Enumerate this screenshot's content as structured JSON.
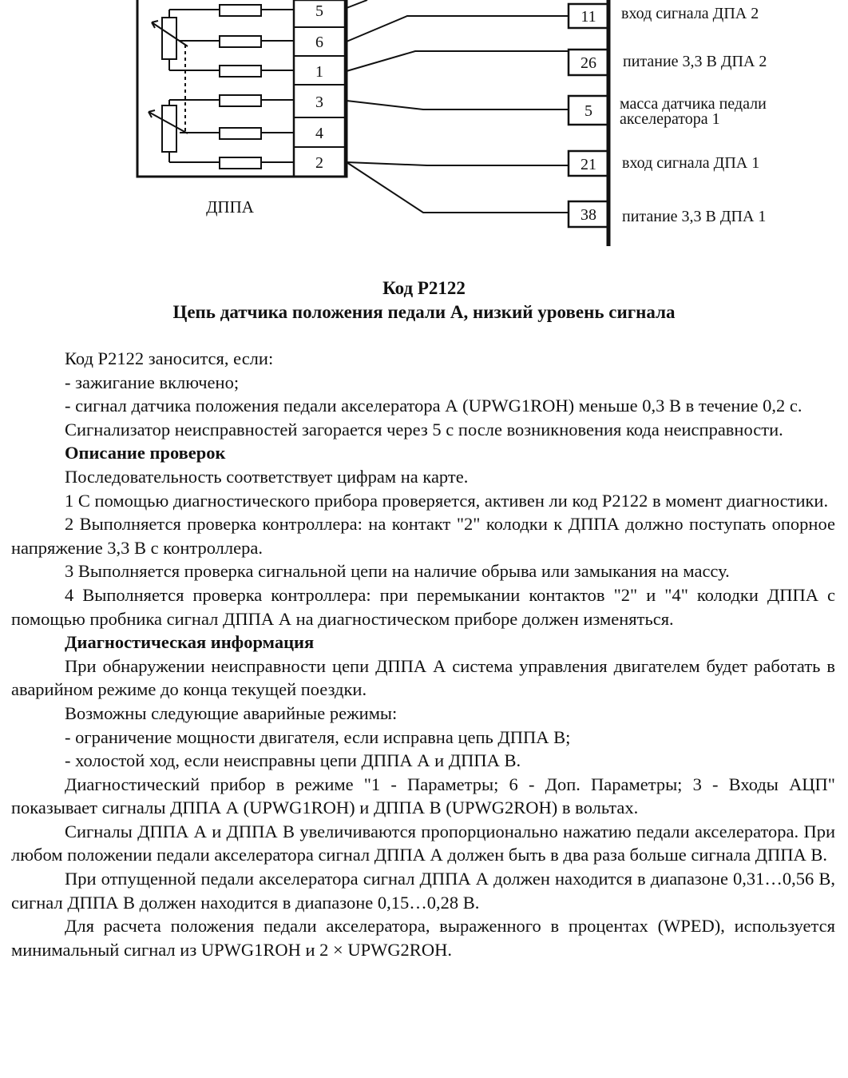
{
  "diagram": {
    "sensor_label": "ДППА",
    "sensor_pins": [
      "5",
      "6",
      "1",
      "3",
      "4",
      "2"
    ],
    "ecu_pins": [
      {
        "pin": "11",
        "desc": [
          "вход сигнала ДПА 2"
        ]
      },
      {
        "pin": "26",
        "desc": [
          "питание 3,3 В ДПА 2"
        ]
      },
      {
        "pin": "5",
        "desc": [
          "масса датчика педали",
          "акселератора 1"
        ]
      },
      {
        "pin": "21",
        "desc": [
          "вход сигнала ДПА 1"
        ]
      },
      {
        "pin": "38",
        "desc": [
          "питание 3,3 В ДПА 1"
        ]
      }
    ]
  },
  "heading": {
    "code": "Код Р2122",
    "title": "Цепь датчика положения педали А, низкий уровень сигнала"
  },
  "paragraphs": [
    {
      "type": "text",
      "text": "Код Р2122 заносится, если:"
    },
    {
      "type": "text",
      "text": "- зажигание включено;"
    },
    {
      "type": "wrap",
      "text": "- сигнал датчика положения педали акселератора А (UPWG1ROH) меньше 0,3 В в течение 0,2 с."
    },
    {
      "type": "wrap",
      "text": "Сигнализатор неисправностей загорается через 5 с после возникновения кода неисправности."
    },
    {
      "type": "sub",
      "text": "Описание проверок"
    },
    {
      "type": "text",
      "text": "Последовательность соответствует цифрам на карте."
    },
    {
      "type": "wrap",
      "text": "1 С помощью диагностического прибора проверяется, активен ли код Р2122 в момент диагностики."
    },
    {
      "type": "wrap",
      "text": "2 Выполняется проверка контроллера: на контакт \"2\" колодки к ДППА должно поступать опорное напряжение 3,3 В с контроллера."
    },
    {
      "type": "text",
      "text": "3 Выполняется проверка сигнальной цепи на наличие обрыва или замыкания на массу."
    },
    {
      "type": "wrap",
      "text": "4 Выполняется проверка контроллера: при перемыкании контактов \"2\" и \"4\" колодки ДППА с помощью пробника сигнал ДППА А на диагностическом приборе должен изменяться."
    },
    {
      "type": "sub",
      "text": "Диагностическая информация"
    },
    {
      "type": "wrap",
      "text": "При обнаружении неисправности цепи ДППА А система управления двигателем будет работать в аварийном режиме до конца текущей поездки."
    },
    {
      "type": "text",
      "text": "Возможны следующие аварийные режимы:"
    },
    {
      "type": "text",
      "text": "- ограничение мощности двигателя, если исправна цепь ДППА В;"
    },
    {
      "type": "text",
      "text": "- холостой ход, если неисправны цепи ДППА А и ДППА В."
    },
    {
      "type": "wrap",
      "text": "Диагностический прибор в режиме \"1 - Параметры; 6 - Доп. Параметры; 3 - Входы АЦП\" показывает сигналы ДППА А (UPWG1ROH) и ДППА В (UPWG2ROH) в вольтах."
    },
    {
      "type": "wrap",
      "text": "Сигналы ДППА А и ДППА В увеличиваются пропорционально нажатию педали акселератора. При любом положении педали акселератора сигнал ДППА А должен быть в два раза больше сигнала ДППА В."
    },
    {
      "type": "wrap",
      "text": "При отпущенной педали акселератора сигнал ДППА А должен находится в диапазоне 0,31…0,56 В, сигнал ДППА В должен находится в диапазоне 0,15…0,28 В."
    },
    {
      "type": "wrap",
      "text": "Для расчета положения педали акселератора, выраженного в процентах (WPED), используется минимальный сигнал из UPWG1ROH и 2 × UPWG2ROH."
    }
  ]
}
